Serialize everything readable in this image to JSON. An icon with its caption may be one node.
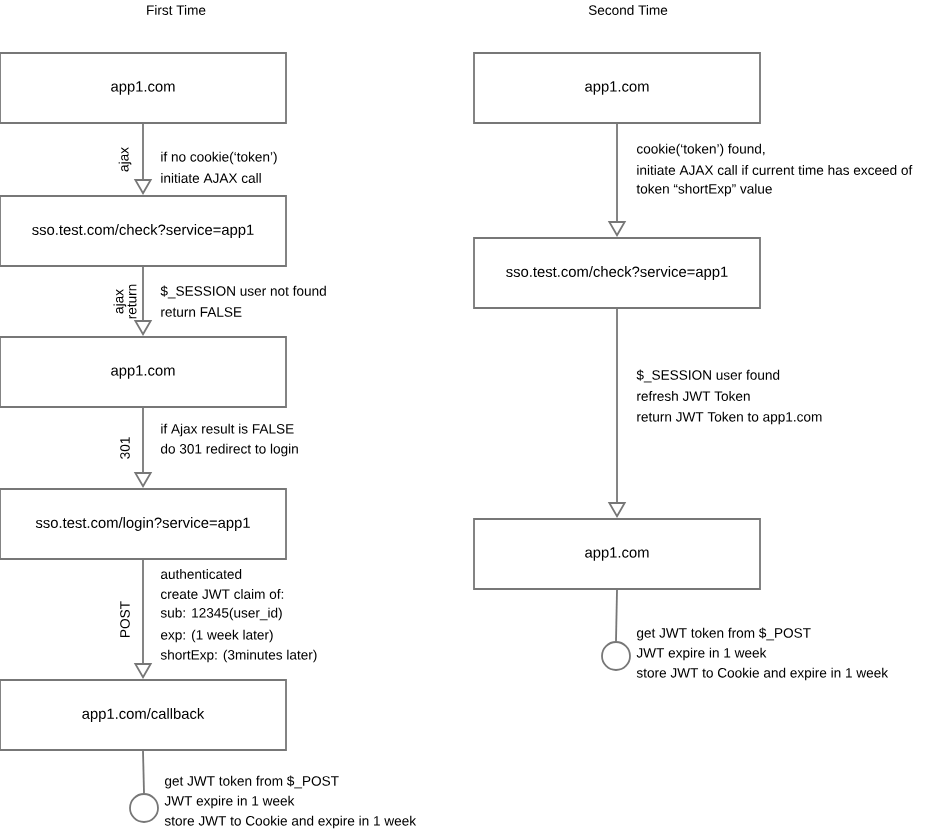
{
  "diagram": {
    "nodes": [
      {
        "text": [
          "app1.com"
        ]
      },
      {
        "text": [
          "sso.test.com/check?service=app1"
        ]
      },
      {
        "text": [
          "app1.com"
        ]
      },
      {
        "text": [
          "sso.test.com/login?service=app1"
        ]
      },
      {
        "text": [
          "app1.com/callback"
        ]
      },
      {
        "text": [],
        "shape": "circle",
        "beside": [
          "get JWT token from $_POST",
          "JWT expire in 1 week",
          "store JWT to Cookie and expire in 1 week"
        ]
      },
      {
        "text": [
          "app1.com"
        ]
      },
      {
        "text": [
          "sso.test.com/check?service=app1"
        ]
      },
      {
        "text": [
          "app1.com"
        ]
      },
      {
        "text": [],
        "shape": "circle",
        "beside": [
          "get JWT token from $_POST",
          "JWT expire in 1 week",
          "store JWT to Cookie and expire in 1 week"
        ]
      }
    ],
    "edges": [
      {
        "from": 0,
        "to": 1,
        "arrow": "to",
        "label": "ajax"
      },
      {
        "from": 1,
        "to": 2,
        "arrow": "to",
        "label": "ajax return"
      },
      {
        "from": 2,
        "to": 3,
        "arrow": "to",
        "label": "301"
      },
      {
        "from": 3,
        "to": 4,
        "arrow": "to",
        "label": "POST"
      },
      {
        "from": 4,
        "to": 5,
        "arrow": "none"
      },
      {
        "from": 6,
        "to": 7,
        "arrow": "to"
      },
      {
        "from": 7,
        "to": 8,
        "arrow": "to"
      },
      {
        "from": 8,
        "to": 9,
        "arrow": "none"
      }
    ],
    "labels": [
      "First Time",
      "Second Time",
      "if no cookie(‘token’)",
      "initiate AJAX call",
      "$_SESSION user not found",
      "return FALSE",
      "if Ajax result is FALSE",
      "do 301 redirect to login",
      "authenticated",
      "create JWT claim of:",
      "sub: 12345(user_id)",
      "exp: (1 week later)",
      "shortExp: (3minutes later)",
      "cookie(‘token’) found,",
      "initiate AJAX call if current time has exceed of",
      "token  “shortExp” value",
      "$_SESSION user found",
      "refresh JWT Token",
      "return JWT Token to app1.com"
    ]
  }
}
